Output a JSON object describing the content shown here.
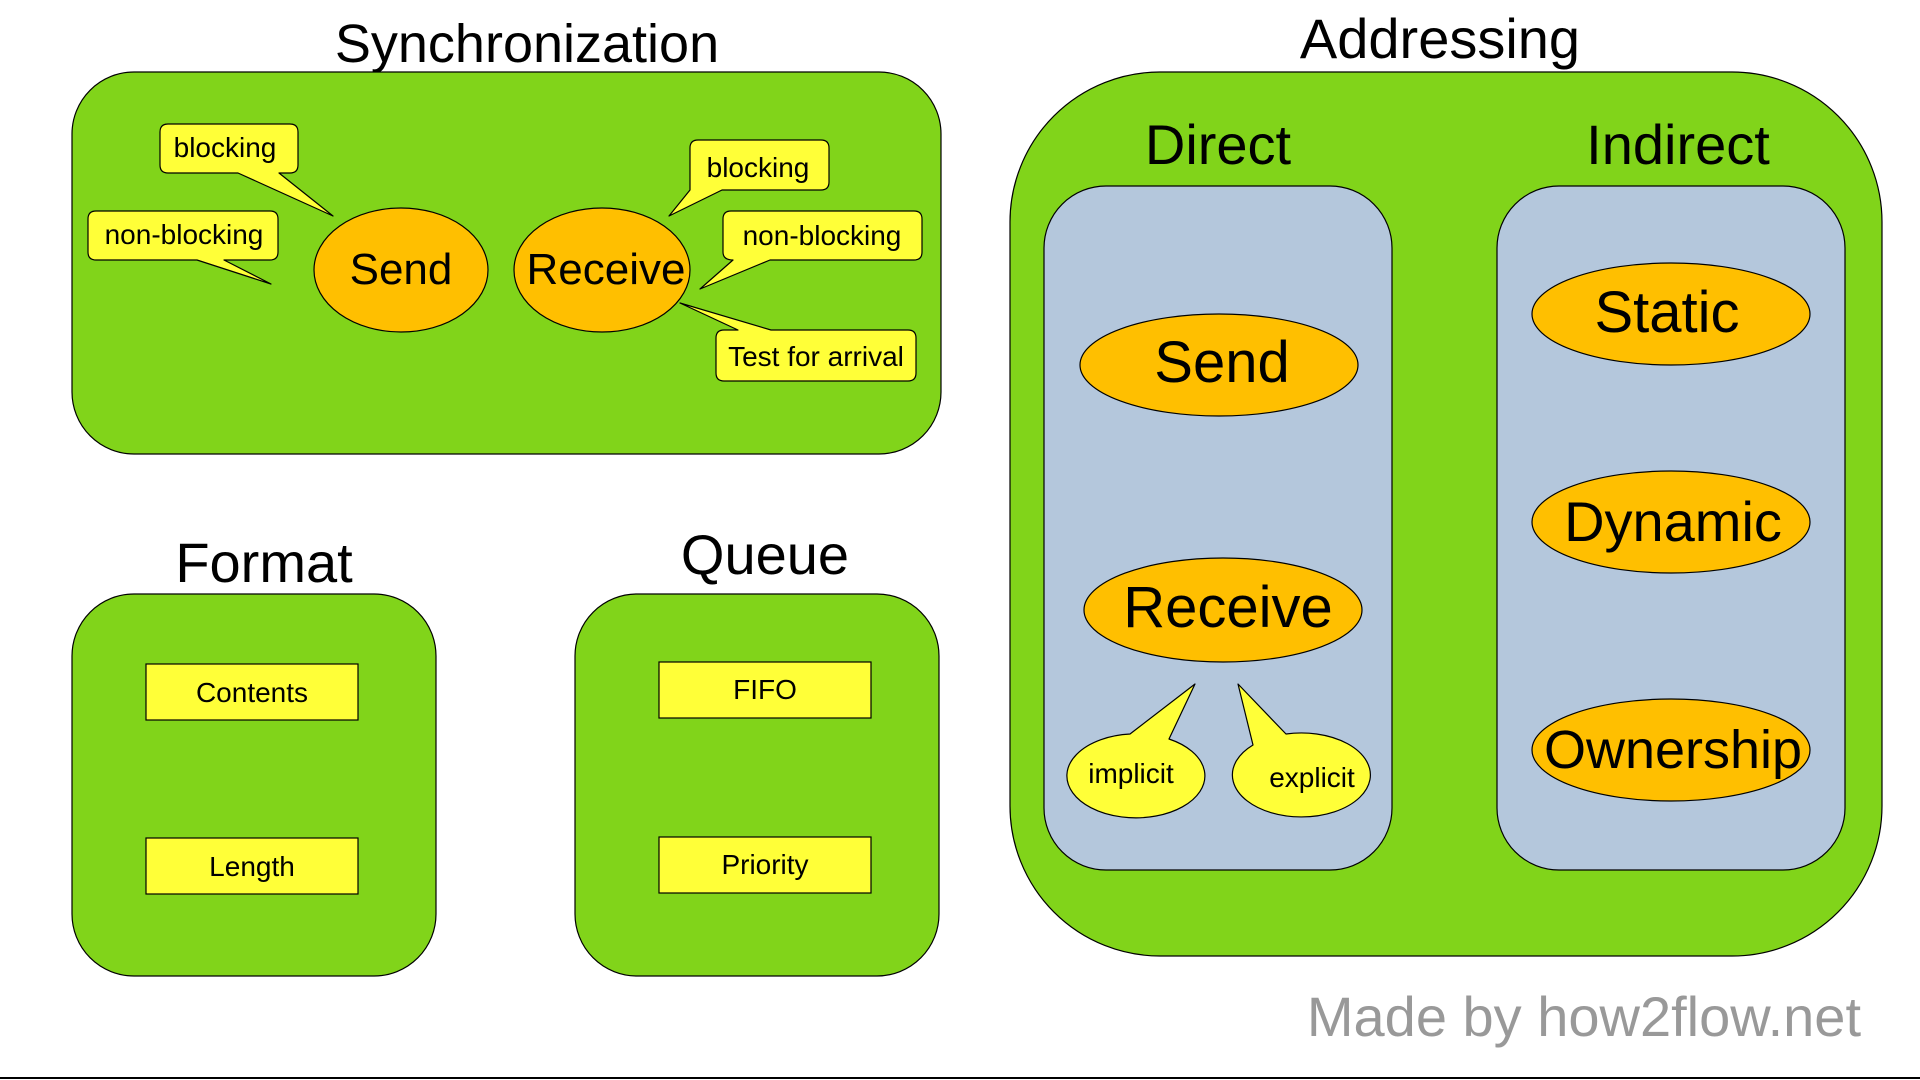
{
  "synchronization": {
    "title": "Synchronization",
    "send": {
      "label": "Send",
      "callouts": [
        "blocking",
        "non-blocking"
      ]
    },
    "receive": {
      "label": "Receive",
      "callouts": [
        "blocking",
        "non-blocking",
        "Test for arrival"
      ]
    }
  },
  "addressing": {
    "title": "Addressing",
    "direct": {
      "title": "Direct",
      "send": "Send",
      "receive": "Receive",
      "receive_callouts": [
        "implicit",
        "explicit"
      ]
    },
    "indirect": {
      "title": "Indirect",
      "items": [
        "Static",
        "Dynamic",
        "Ownership"
      ]
    }
  },
  "format": {
    "title": "Format",
    "items": [
      "Contents",
      "Length"
    ]
  },
  "queue": {
    "title": "Queue",
    "items": [
      "FIFO",
      "Priority"
    ]
  },
  "footer": {
    "credit": "Made by how2flow.net"
  },
  "colors": {
    "panel": "#81d41a",
    "subpanel": "#b4c7dc",
    "oval": "#ffbf00",
    "callout": "#ffff38",
    "watermark": "#999999"
  }
}
